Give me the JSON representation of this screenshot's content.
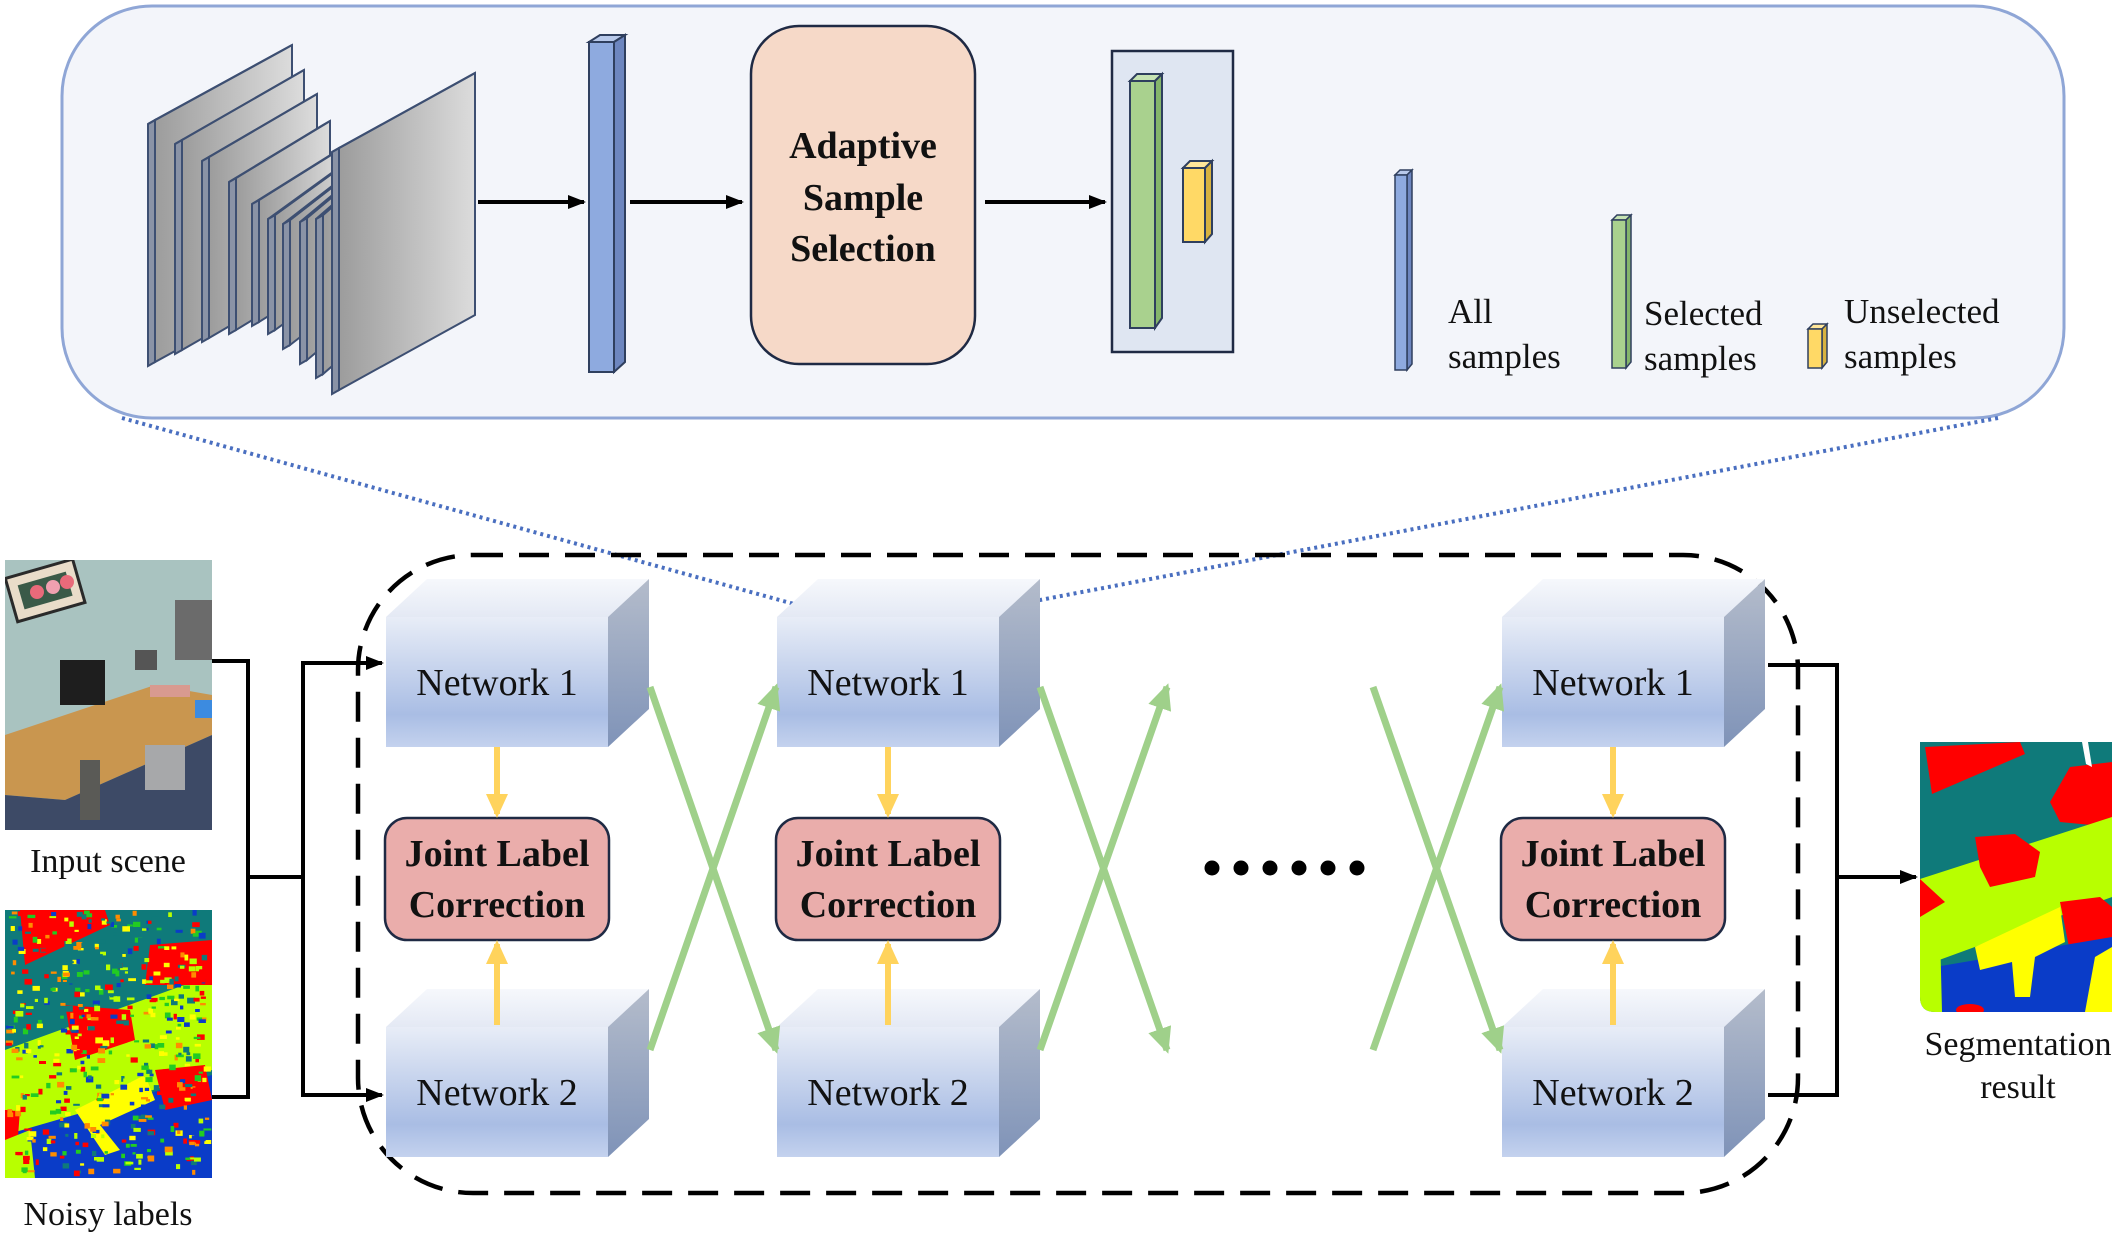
{
  "top_panel": {
    "title": "Adaptive Sample Selection module (zoomed view of a network)",
    "ass_box": {
      "lines": [
        "Adaptive",
        "Sample",
        "Selection"
      ]
    },
    "encoder_plate_count": 10,
    "legend": [
      {
        "line1": "All",
        "line2": "samples",
        "color": "#8eaadf",
        "meaning": "all-samples"
      },
      {
        "line1": "Selected",
        "line2": "samples",
        "color": "#a9d18e",
        "meaning": "selected-samples"
      },
      {
        "line1": "Unselected",
        "line2": "samples",
        "color": "#ffd966",
        "meaning": "unselected-samples"
      }
    ]
  },
  "inputs": {
    "scene_caption": "Input scene",
    "labels_caption": "Noisy labels"
  },
  "pipeline": {
    "stages": [
      {
        "net1": "Network 1",
        "jlc": [
          "Joint Label",
          "Correction"
        ],
        "net2": "Network 2"
      },
      {
        "net1": "Network 1",
        "jlc": [
          "Joint Label",
          "Correction"
        ],
        "net2": "Network 2"
      },
      {
        "net1": "Network 1",
        "jlc": [
          "Joint Label",
          "Correction"
        ],
        "net2": "Network 2"
      }
    ],
    "ellipsis_dots": 6
  },
  "output": {
    "caption_line1": "Segmentation",
    "caption_line2": "result"
  },
  "colors": {
    "panel_fill": "#f3f5fa",
    "panel_border": "#8fa6d6",
    "ass_fill": "#f6d9c8",
    "jlc_fill": "#eaadab",
    "green_arrow": "#9fd08a",
    "yellow_arrow": "#ffd35c",
    "dotted_blue": "#4a6fc0",
    "seg_teal": "#0f7a7a",
    "seg_red": "#ff0000",
    "seg_lime": "#b8ff00",
    "seg_yellow": "#ffff00",
    "seg_blue": "#0a3cc8"
  }
}
